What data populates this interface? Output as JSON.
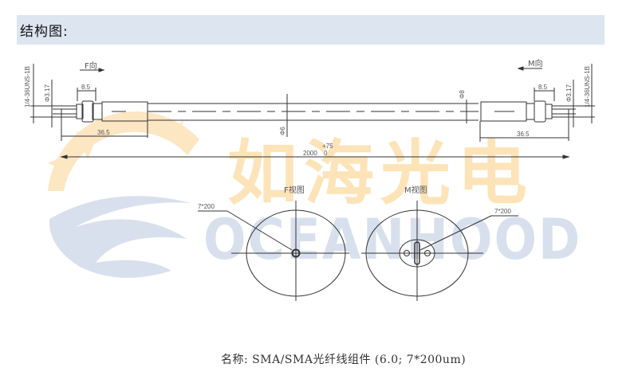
{
  "header": {
    "title": "结构图:"
  },
  "watermark": {
    "brand_cn": "如海光电",
    "brand_en": "OCEANHOOD",
    "colors": {
      "orange": "#fde3b8",
      "blue": "#d8e0ed"
    }
  },
  "drawing": {
    "direction_labels": {
      "left": "F向",
      "right": "M向"
    },
    "dimensions": {
      "thread_left": "1/4-36UNS-1B",
      "thread_right": "1/4-36UNS-1B",
      "ferrule_dia_left": "Φ3.17",
      "ferrule_dia_right": "Φ3.17",
      "nut_width_left": "8.5",
      "nut_width_right": "8.5",
      "connector_length_left": "36.5",
      "connector_length_right": "36.5",
      "cable_dia": "Φ6",
      "sleeve_dia": "Φ8",
      "total_length": "2000",
      "total_length_tol_upper": "+75",
      "total_length_tol_lower": "0"
    },
    "views": {
      "f_view": {
        "title": "F视图",
        "callout": "7*200"
      },
      "m_view": {
        "title": "M视图",
        "callout": "7*200"
      }
    }
  },
  "caption": "名称: SMA/SMA光纤线组件 (6.0; 7*200um)"
}
